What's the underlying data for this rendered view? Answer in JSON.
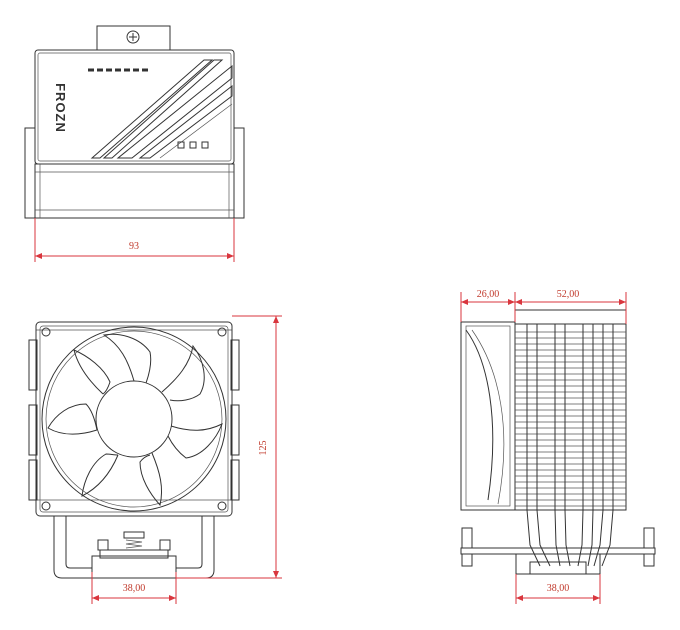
{
  "brand_logo": "FROZN",
  "dimensions": {
    "top_width": "93",
    "front_height": "125",
    "front_base": "38,00",
    "side_fan": "26,00",
    "side_heatsink": "52,00",
    "side_base": "38,00"
  },
  "colors": {
    "line": "#333333",
    "dimension": "#d9363e",
    "background": "#ffffff"
  }
}
